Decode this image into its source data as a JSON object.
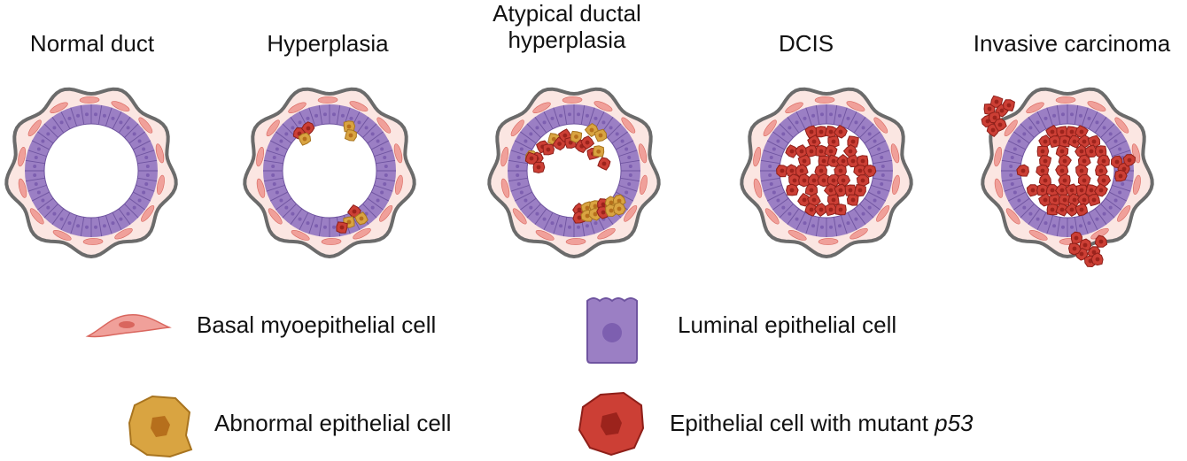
{
  "stages": [
    {
      "id": "normal",
      "title_lines": [
        "Normal duct"
      ]
    },
    {
      "id": "hyperplasia",
      "title_lines": [
        "Hyperplasia"
      ]
    },
    {
      "id": "adh",
      "title_lines": [
        "Atypical ductal",
        "hyperplasia"
      ]
    },
    {
      "id": "dcis",
      "title_lines": [
        "DCIS"
      ]
    },
    {
      "id": "invasive",
      "title_lines": [
        "Invasive carcinoma"
      ]
    }
  ],
  "legend": {
    "basal": "Basal myoepithelial cell",
    "luminal": "Luminal epithelial cell",
    "abnormal": "Abnormal epithelial cell",
    "mutant_prefix": "Epithelial cell with mutant ",
    "mutant_gene": "p53"
  },
  "colors": {
    "membrane": "#6b6b6b",
    "basal_cell": "#f0a09a",
    "basal_nucleus": "#d9665e",
    "luminal_cell": "#9b7fc4",
    "luminal_border": "#6f54a0",
    "luminal_nucleus": "#7d5fb0",
    "abnormal_cell": "#d9a441",
    "abnormal_border": "#a8741f",
    "abnormal_nucleus": "#b66f1c",
    "mutant_cell": "#cc3f35",
    "mutant_border": "#8e1f19",
    "mutant_nucleus": "#9c231c"
  }
}
